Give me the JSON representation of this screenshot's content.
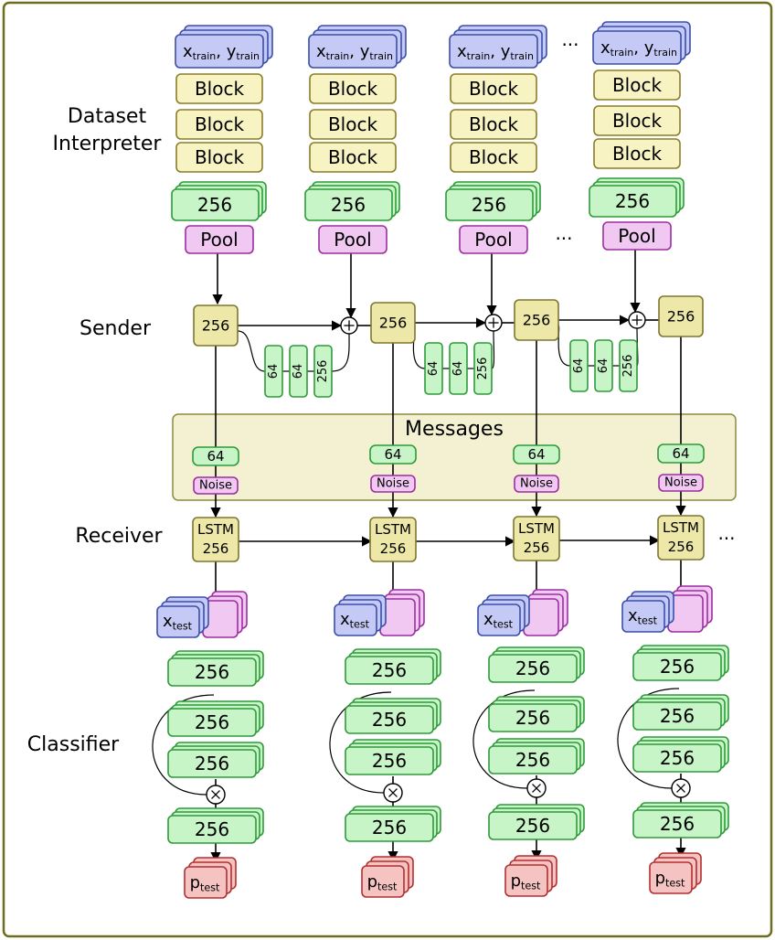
{
  "section_labels": {
    "dataset_interpreter_line1": "Dataset",
    "dataset_interpreter_line2": "Interpreter",
    "sender": "Sender",
    "receiver": "Receiver",
    "classifier": "Classifier",
    "messages": "Messages"
  },
  "blocks": {
    "train_x": "x",
    "train_x_sub": "train",
    "train_y": "y",
    "train_y_sub": "train",
    "block": "Block",
    "feat256": "256",
    "pool": "Pool",
    "sender_state": "256",
    "mlp_64": "64",
    "mlp_256": "256",
    "msg_64": "64",
    "noise": "Noise",
    "lstm_line1": "LSTM",
    "lstm_line2": "256",
    "test_x": "x",
    "test_x_sub": "test",
    "hidden256": "256",
    "p": "p",
    "p_sub": "test"
  },
  "ellipsis": "...",
  "colors": {
    "blue": "#c5c9f5",
    "blue_border": "#3b4fa8",
    "yellow": "#f7f3c2",
    "yellow_border": "#8a7d2a",
    "khaki": "#ede8a8",
    "khaki_border": "#7e7630",
    "green": "#c8f5c8",
    "green_border": "#2f9a3a",
    "pink": "#f0c8f2",
    "pink_border": "#9b2fa0",
    "red": "#f6c3c3",
    "red_border": "#b03030",
    "msg_panel": "#f3f1d1",
    "msg_panel_border": "#8a8a40",
    "frame": "#6f6c1f"
  }
}
